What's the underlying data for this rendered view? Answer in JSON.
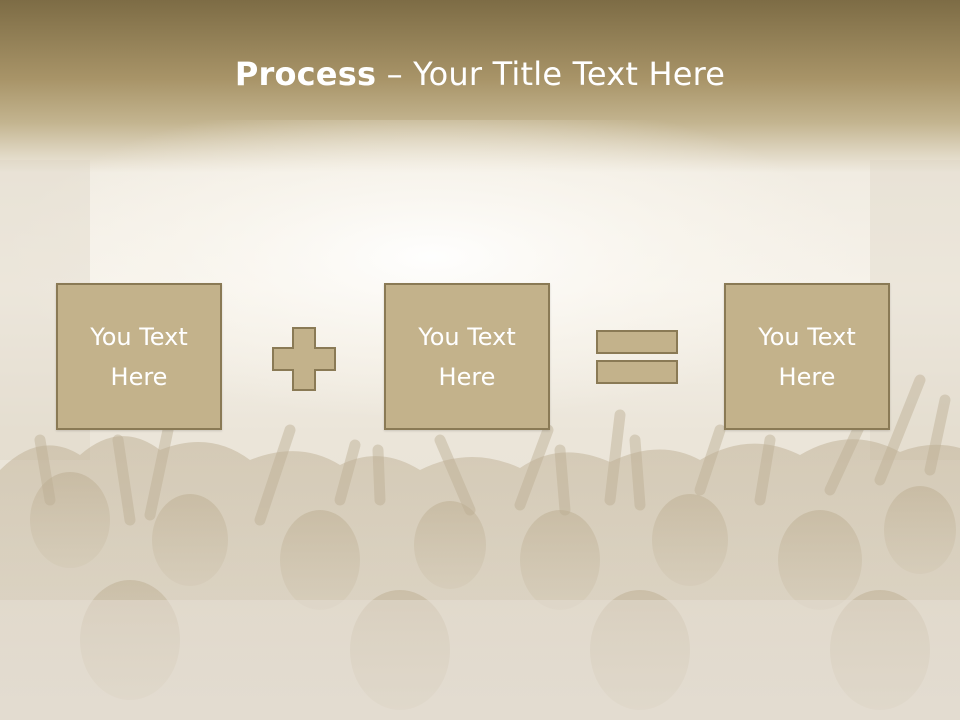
{
  "slide": {
    "title_bold": "Process",
    "title_rest": " – Your Title Text Here",
    "boxes": [
      {
        "text": "You Text\nHere"
      },
      {
        "text": "You Text\nHere"
      },
      {
        "text": "You Text\nHere"
      }
    ],
    "operators": [
      "plus-icon",
      "equals-icon"
    ],
    "colors": {
      "box_fill": "#c3b28b",
      "box_border": "#8a7a55",
      "header_band": "#8a7850",
      "text": "#ffffff"
    }
  }
}
